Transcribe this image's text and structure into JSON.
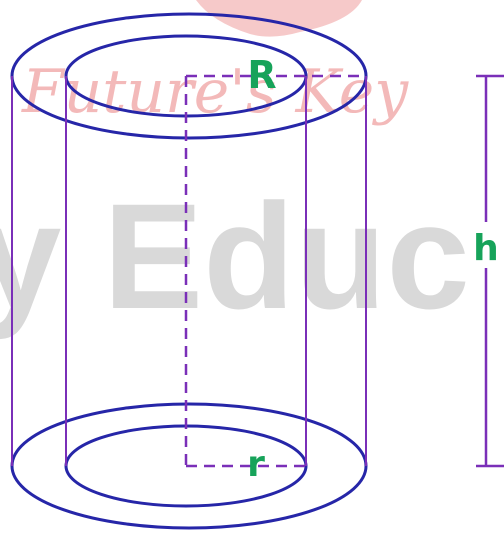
{
  "colors": {
    "outline": "#2626a8",
    "dimension": "#7a2fb8",
    "label": "#17a35a",
    "watermark_text": "#d9d9d9",
    "watermark_script": "#f3b9b9",
    "watermark_blob": "#f6c9c9"
  },
  "watermark": {
    "script_text": "Future's Key",
    "block_text": "y Educ"
  },
  "labels": {
    "outer_radius": "R",
    "inner_radius": "r",
    "height": "h"
  }
}
